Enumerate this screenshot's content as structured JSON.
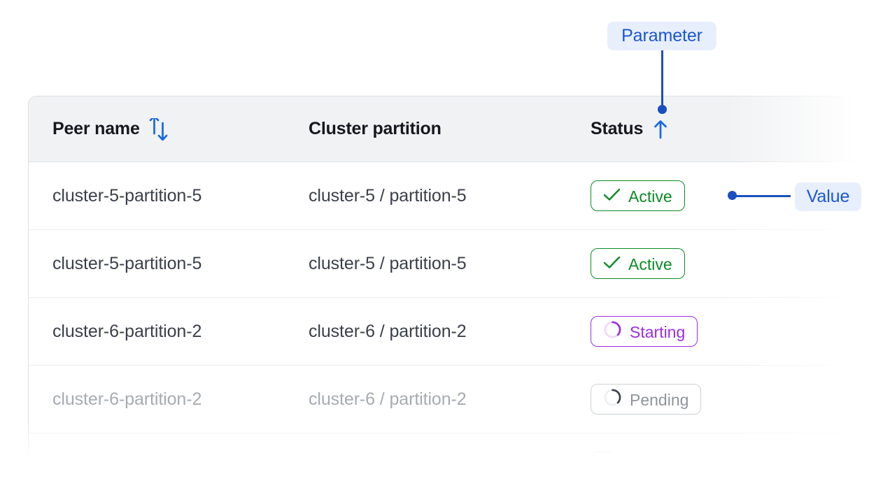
{
  "table": {
    "columns": [
      {
        "label": "Peer name",
        "sort_icon": "sort-up-down-icon"
      },
      {
        "label": "Cluster partition",
        "sort_icon": null
      },
      {
        "label": "Status",
        "sort_icon": "sort-up-icon"
      }
    ],
    "rows": [
      {
        "peer_name": "cluster-5-partition-5",
        "cluster_partition": "cluster-5 / partition-5",
        "status": "Active",
        "status_kind": "active",
        "status_icon": "check-icon",
        "muted": false
      },
      {
        "peer_name": "cluster-5-partition-5",
        "cluster_partition": "cluster-5 / partition-5",
        "status": "Active",
        "status_kind": "active",
        "status_icon": "check-icon",
        "muted": false
      },
      {
        "peer_name": "cluster-6-partition-2",
        "cluster_partition": "cluster-6 / partition-2",
        "status": "Starting",
        "status_kind": "starting",
        "status_icon": "spinner-icon",
        "muted": false
      },
      {
        "peer_name": "cluster-6-partition-2",
        "cluster_partition": "cluster-6 / partition-2",
        "status": "Pending",
        "status_kind": "pending",
        "status_icon": "spinner-icon",
        "muted": true
      }
    ]
  },
  "annotations": {
    "parameter": {
      "label": "Parameter"
    },
    "value": {
      "label": "Value"
    }
  },
  "colors": {
    "accent_blue": "#1a56d6",
    "connector_blue": "#1a4fbf",
    "sort_icon_blue": "#1668e3",
    "active_green": "#0b8a26",
    "starting_purple": "#9c2de0",
    "pending_gray": "#8f949c",
    "header_bg": "#f1f2f4",
    "border_gray": "#dcdfe3",
    "row_divider": "#eceef0",
    "text_dark": "#3a3f4a",
    "text_muted": "#a7abb2",
    "header_text": "#16181d",
    "pill_bg": "#e8effc"
  }
}
